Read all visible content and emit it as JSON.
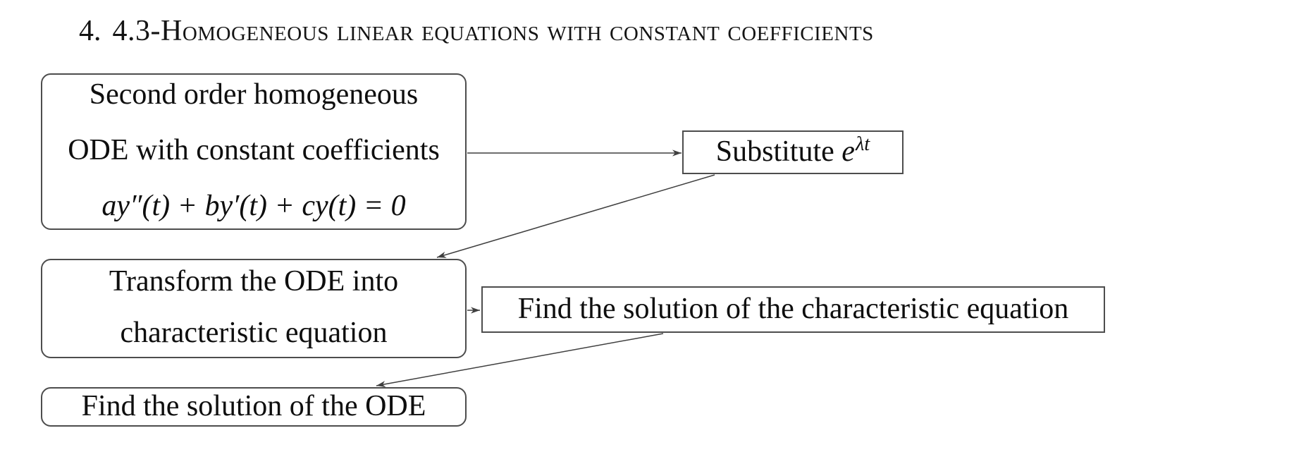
{
  "title": {
    "number": "4.",
    "text": "4.3-Homogeneous linear equations with constant coefficients"
  },
  "flowchart": {
    "ode_box": {
      "line1": "Second order homogeneous",
      "line2": "ODE with constant coefficients",
      "equation": "ay″(t) + by′(t) + cy(t) = 0"
    },
    "substitute_box": {
      "label": "Substitute",
      "math_base": "e",
      "math_sup": "λt"
    },
    "transform_box": {
      "line1": "Transform the ODE into",
      "line2": "characteristic equation"
    },
    "char_solution_box": {
      "label": "Find the solution of the characteristic equation"
    },
    "ode_solution_box": {
      "label": "Find the solution of the ODE"
    }
  },
  "colors": {
    "background": "#ffffff",
    "text": "#111111",
    "box_border": "#4d4d4d",
    "arrow": "#3f3f3f"
  }
}
